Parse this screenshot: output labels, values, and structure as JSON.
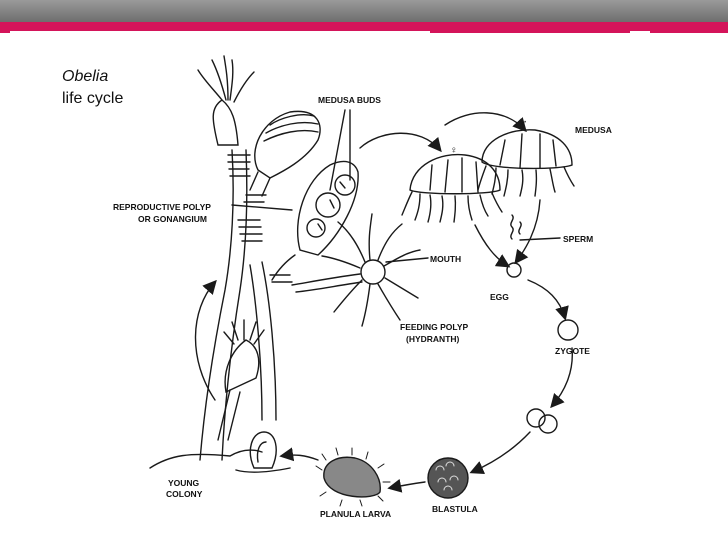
{
  "slide": {
    "title_italic": "Obelia",
    "title_rest": "life cycle"
  },
  "colors": {
    "accent": "#d4145a",
    "header_gray": "#7d7d7d",
    "ink": "#1a1a1a"
  },
  "labels": {
    "medusa_buds": "MEDUSA BUDS",
    "medusa": "MEDUSA",
    "male_symbol": "♂",
    "female_symbol": "♀",
    "reproductive_polyp_line1": "REPRODUCTIVE POLYP",
    "reproductive_polyp_line2": "OR GONANGIUM",
    "sperm": "SPERM",
    "mouth": "MOUTH",
    "egg": "EGG",
    "feeding_polyp_line1": "FEEDING POLYP",
    "feeding_polyp_line2": "(HYDRANTH)",
    "zygote": "ZYGOTE",
    "young_colony_line1": "YOUNG",
    "young_colony_line2": "COLONY",
    "planula_larva": "PLANULA LARVA",
    "blastula": "BLASTULA"
  }
}
